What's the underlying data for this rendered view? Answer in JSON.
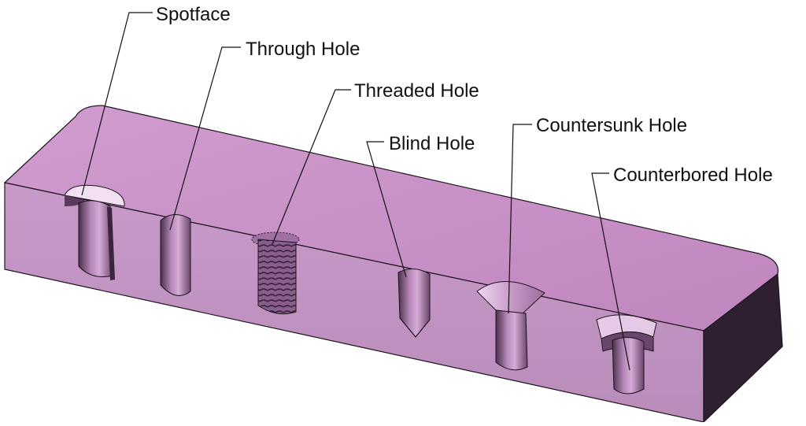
{
  "diagram": {
    "labels": {
      "spotface": "Spotface",
      "through_hole": "Through Hole",
      "threaded_hole": "Threaded Hole",
      "blind_hole": "Blind Hole",
      "countersunk_hole": "Countersunk Hole",
      "counterbored_hole": "Counterbored Hole"
    },
    "colors": {
      "top_face": "#c88cc4",
      "front_face": "#c592c4",
      "side_face": "#2e2030",
      "hole_dark": "#5a3a5c",
      "hole_mid": "#a472a6",
      "edge": "#1e141e",
      "leader": "#111111",
      "label_text": "#111111"
    }
  }
}
